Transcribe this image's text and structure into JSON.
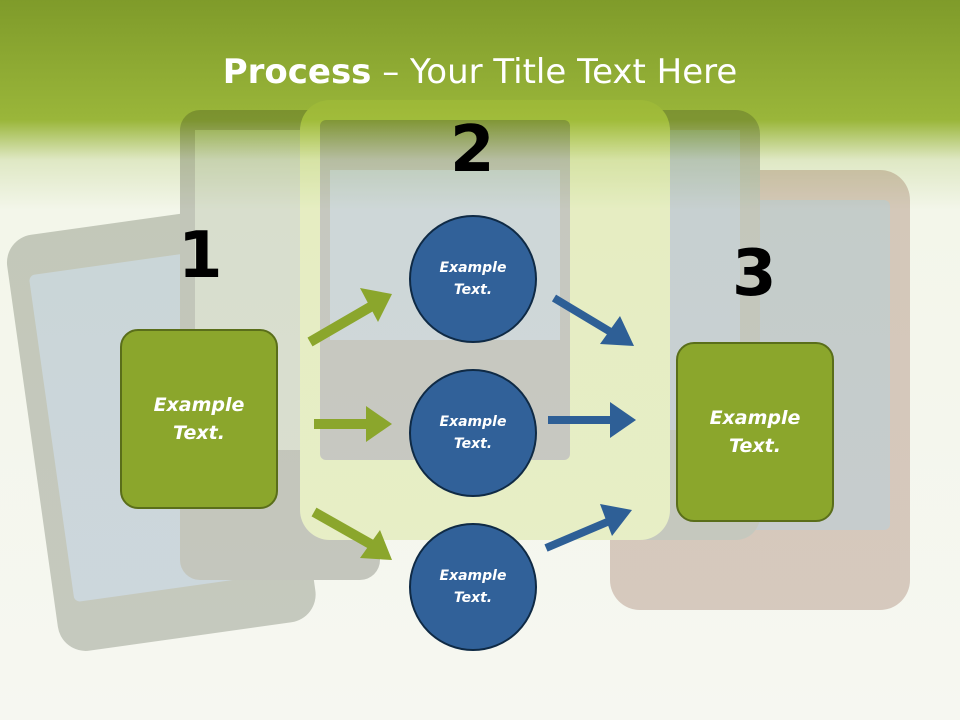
{
  "slide": {
    "title_bold": "Process",
    "title_rest": " – Your Title Text Here",
    "colors": {
      "header_green": "#8aa833",
      "box_green": "#8ba62c",
      "circle_blue": "#316199",
      "arrow_green": "#8ba62c",
      "arrow_blue": "#2e5f96"
    },
    "steps": [
      {
        "number": "1",
        "text_line1": "Example",
        "text_line2": "Text."
      },
      {
        "number": "2"
      },
      {
        "number": "3",
        "text_line1": "Example",
        "text_line2": "Text."
      }
    ],
    "circles": [
      {
        "text_line1": "Example",
        "text_line2": "Text."
      },
      {
        "text_line1": "Example",
        "text_line2": "Text."
      },
      {
        "text_line1": "Example",
        "text_line2": "Text."
      }
    ],
    "background_image": "smartphones-photo"
  }
}
